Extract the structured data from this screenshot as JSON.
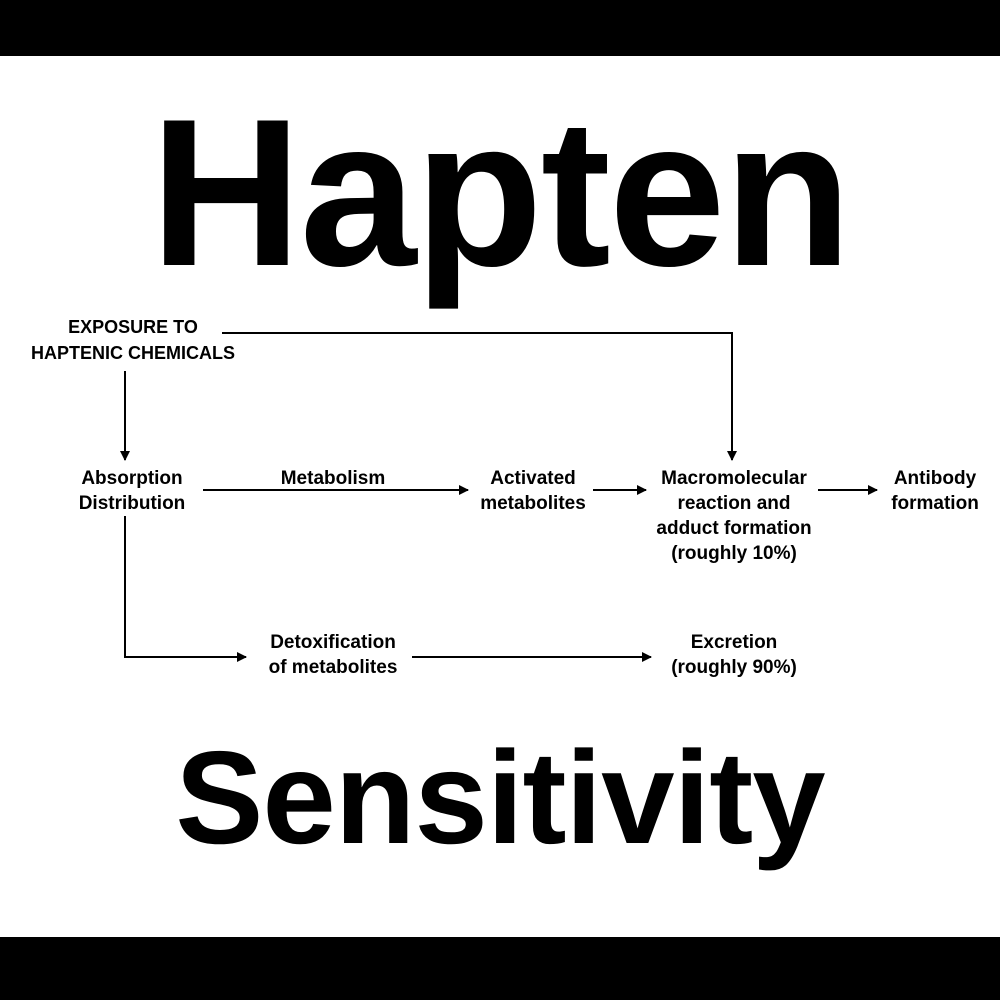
{
  "title_top": "Hapten",
  "title_bottom": "Sensitivity",
  "nodes": {
    "exposure": [
      "EXPOSURE TO",
      "HAPTENIC CHEMICALS"
    ],
    "absorption": [
      "Absorption",
      "Distribution"
    ],
    "metabolism": "Metabolism",
    "activated": [
      "Activated",
      "metabolites"
    ],
    "macromolecular": [
      "Macromolecular",
      "reaction and",
      "adduct formation",
      "(roughly 10%)"
    ],
    "antibody": [
      "Antibody",
      "formation"
    ],
    "detox": [
      "Detoxification",
      "of metabolites"
    ],
    "excretion": [
      "Excretion",
      "(roughly 90%)"
    ]
  },
  "colors": {
    "ink": "#000000",
    "band": "#000000",
    "background": "#ffffff"
  }
}
